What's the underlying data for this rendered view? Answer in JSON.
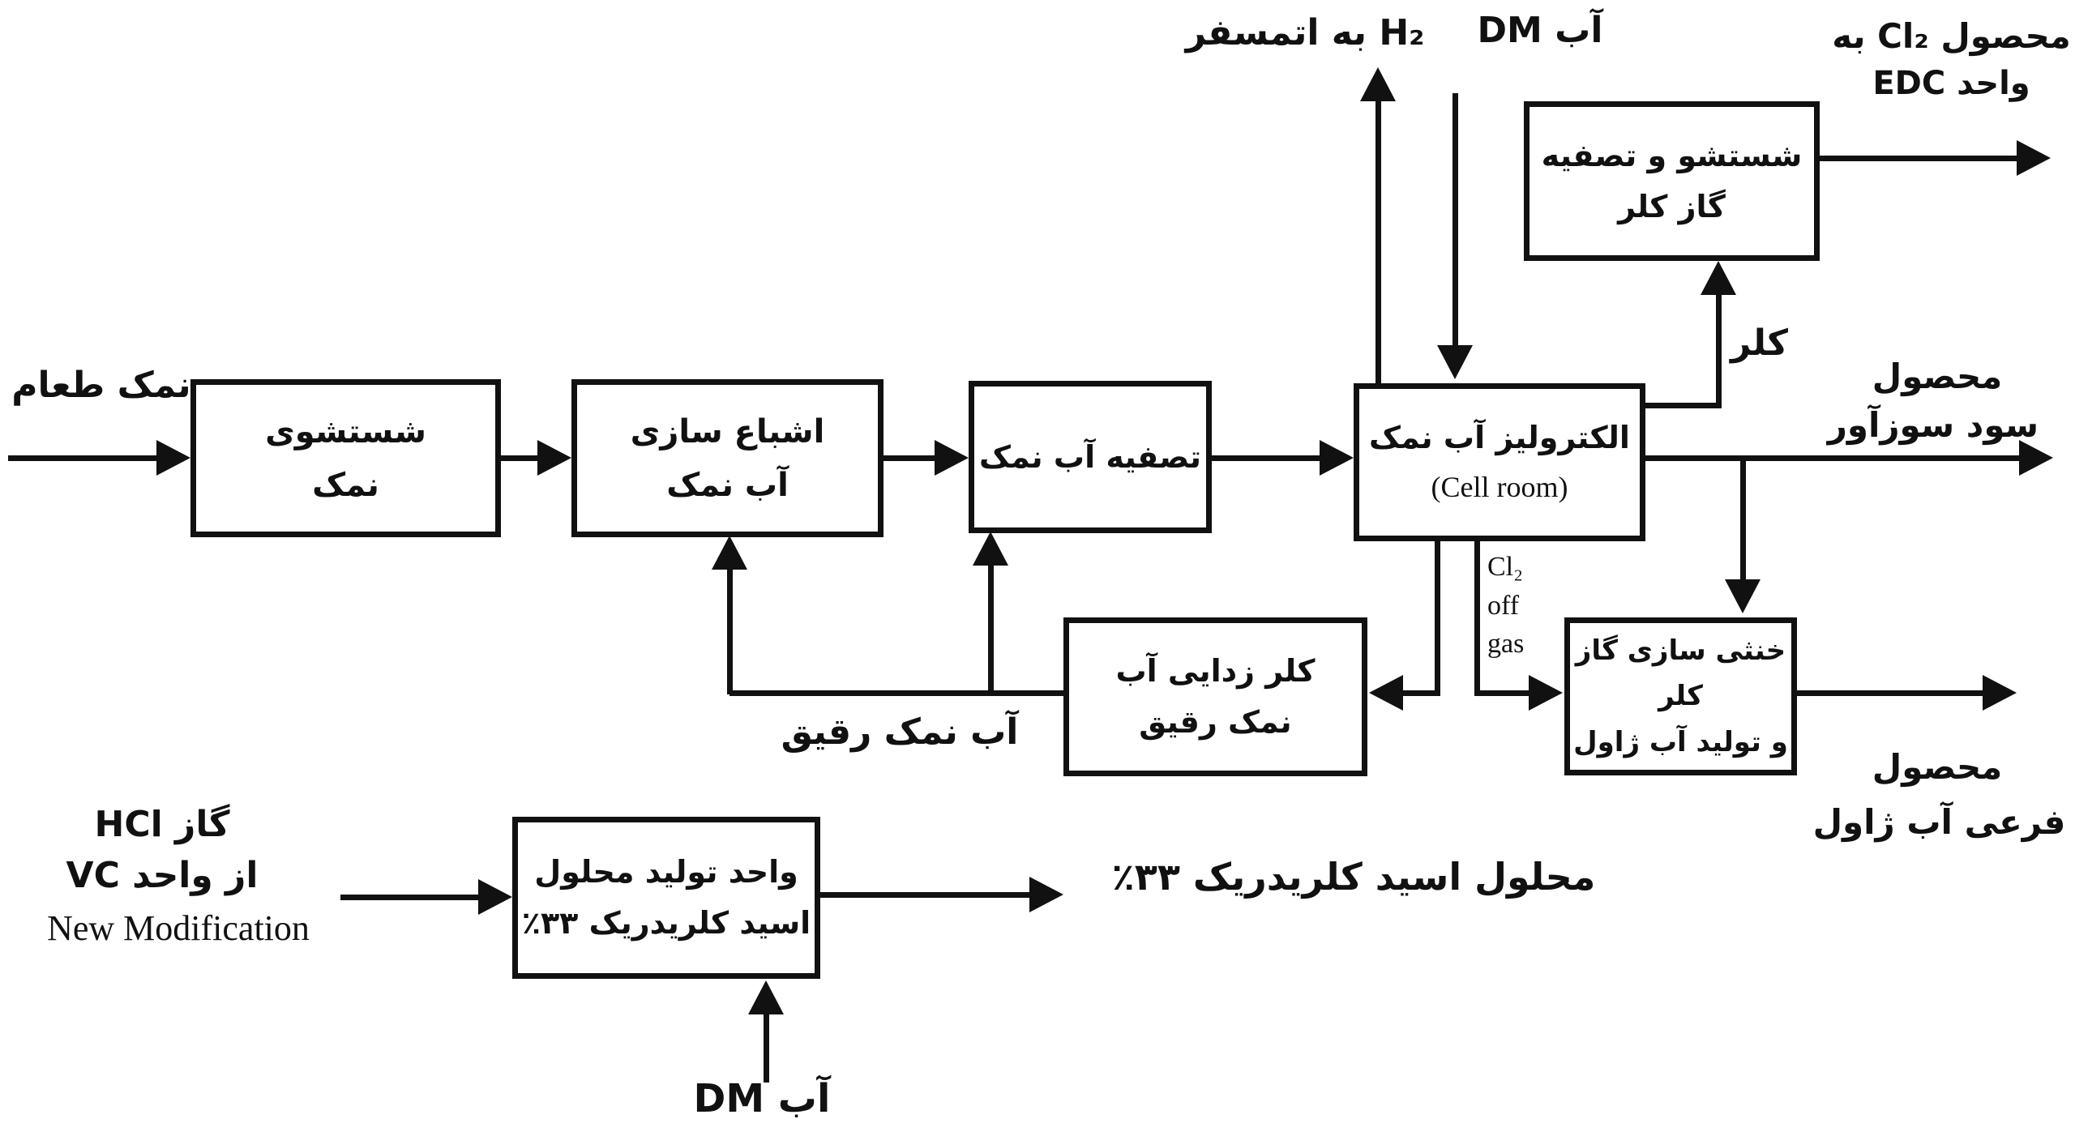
{
  "diagram": {
    "title_hint": "chlor-alkali process flow diagram",
    "boxes": {
      "salt_washing": {
        "line1": "شستشوی",
        "line2": "نمک"
      },
      "saturation": {
        "line1": "اشباع سازی",
        "line2": "آب نمک"
      },
      "purification": {
        "line1": "تصفیه آب نمک"
      },
      "electrolysis": {
        "line1": "الکترولیز آب نمک",
        "line2": "(Cell room)"
      },
      "chlorine_wash": {
        "line1": "شستشو و تصفیه",
        "line2": "گاز کلر"
      },
      "neutralization": {
        "line1": "خنثی سازی گاز کلر",
        "line2": "و تولید آب ژاول"
      },
      "dechlorination": {
        "line1": "کلر زدایی آب",
        "line2": "نمک رقیق"
      },
      "hcl_unit": {
        "line1": "واحد تولید محلول",
        "line2": "اسید کلریدریک ۳۳٪"
      }
    },
    "labels": {
      "table_salt": "نمک طعام",
      "h2_to_atmosphere": "H₂ به اتمسفر",
      "dm_water_top": "آب DM",
      "cl2_product_line1": "محصول Cl₂ به",
      "cl2_product_line2": "واحد EDC",
      "chlorine": "کلر",
      "caustic_line1": "محصول",
      "caustic_line2": "سود سوزآور",
      "cl2_offgas_line1": "Cl₂",
      "cl2_offgas_line2": "off",
      "cl2_offgas_line3": "gas",
      "dilute_brine": "آب نمک رقیق",
      "javel_line1": "محصول",
      "javel_line2": "فرعی آب ژاول",
      "hcl_gas_line1": "گاز HCl",
      "hcl_gas_line2": "از واحد VC",
      "hcl_gas_line3": "New Modification",
      "hcl_solution_out": "محلول اسید کلریدریک ۳۳٪",
      "dm_water_bottom": "آب DM"
    },
    "colors": {
      "ink": "#111111",
      "background": "#ffffff"
    }
  }
}
